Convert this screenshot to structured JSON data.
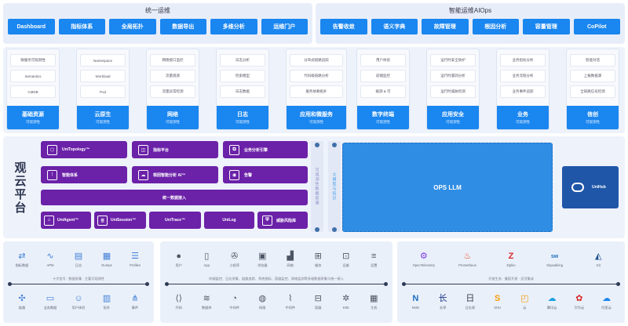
{
  "header": {
    "left_title": "统一运维",
    "left_buttons": [
      "Dashboard",
      "指标体系",
      "全局拓扑",
      "数据导出",
      "多维分析",
      "运维门户"
    ],
    "right_title": "智能运维AIOps",
    "right_buttons": [
      "告警收敛",
      "语义字典",
      "故障管理",
      "根因分析",
      "容量管理",
      "CoPilot"
    ]
  },
  "modules": [
    {
      "items": [
        "微服务可观测性",
        "Semantics",
        "CMDB"
      ],
      "name": "基础资源",
      "sub": "可观测性"
    },
    {
      "items": [
        "Namespace",
        "Workload",
        "Pod"
      ],
      "name": "云原生",
      "sub": "可观测性"
    },
    {
      "items": [
        "网络接口监控",
        "流量观测",
        "流量异常检测"
      ],
      "name": "网络",
      "sub": "可观测性"
    },
    {
      "items": [
        "日志分析",
        "检索模型",
        "日志数据"
      ],
      "name": "日志",
      "sub": "可观测性"
    },
    {
      "items": [
        "分布式链路追踪",
        "代码级链路分析",
        "服务依赖拓扑"
      ],
      "name": "应用和微服务",
      "sub": "可观测性"
    },
    {
      "items": [
        "用户体验",
        "前端监控",
        "拨测 & 可"
      ],
      "name": "数字终端",
      "sub": "可观测性"
    },
    {
      "items": [
        "运行时安全防护",
        "运行时漏洞分析",
        "运行时威胁检测"
      ],
      "name": "应用安全",
      "sub": "可观测性"
    },
    {
      "items": [
        "业务指标分析",
        "业务流程分析",
        "业务事件追踪"
      ],
      "name": "业务",
      "sub": "可观测性"
    },
    {
      "items": [
        "智能对话",
        "上报数据源",
        "全链路信号检测"
      ],
      "name": "信创",
      "sub": "可观测性"
    }
  ],
  "platform": {
    "title": "观云平台",
    "buttons": [
      {
        "label": "UniTopology™",
        "icon": "⬡"
      },
      {
        "label": "指标平台",
        "icon": "◫"
      },
      {
        "label": "业务分析引擎",
        "icon": "⧉"
      },
      {
        "label": "智能体系",
        "icon": "⫶"
      },
      {
        "label": "根因智能分析 AI™",
        "icon": "☁"
      },
      {
        "label": "告警",
        "icon": "◉"
      },
      {
        "label": "统一数据接入",
        "icon": ""
      },
      {
        "label": "UniAgent™",
        "icon": "⌂"
      },
      {
        "label": "UniSession™",
        "icon": "≣"
      },
      {
        "label": "UniTrace™",
        "icon": ""
      },
      {
        "label": "UniLog",
        "icon": ""
      },
      {
        "label": "威胁风险库",
        "icon": "⛨"
      }
    ],
    "strip_purple": "可观测性数据管理",
    "strip_blue": "大模型与知识",
    "llm": "OPS LLM",
    "unihub": "UniHub"
  },
  "bottom": {
    "left": {
      "row1": [
        {
          "icon": "⇄",
          "label": "指标数据"
        },
        {
          "icon": "∿",
          "label": "APM"
        },
        {
          "icon": "▤",
          "label": "日志"
        },
        {
          "icon": "▦",
          "label": "Dumps"
        },
        {
          "icon": "☰",
          "label": "Profiles"
        }
      ],
      "caption": "十大信号 · 数据采集 · 主要可观测性",
      "row2": [
        {
          "icon": "✣",
          "label": "链路"
        },
        {
          "icon": "▭",
          "label": "业务数据"
        },
        {
          "icon": "☺",
          "label": "用户体验"
        },
        {
          "icon": "▥",
          "label": "拓扑"
        },
        {
          "icon": "⋔",
          "label": "事件"
        }
      ]
    },
    "middle": {
      "row1": [
        {
          "icon": "●",
          "label": "用户"
        },
        {
          "icon": "▯",
          "label": "App"
        },
        {
          "icon": "✇",
          "label": "小程序"
        },
        {
          "icon": "▣",
          "label": "浏览器"
        },
        {
          "icon": "▟",
          "label": "网络"
        },
        {
          "icon": "⊞",
          "label": "服务"
        },
        {
          "icon": "⊡",
          "label": "运维"
        },
        {
          "icon": "≡",
          "label": "设置"
        }
      ],
      "caption": "终端监控、日志采集、链路追踪、系统指标、容器监控、网络监测等多维数据采集与统一接入",
      "row2": [
        {
          "icon": "⟨⟩",
          "label": "代码"
        },
        {
          "icon": "≋",
          "label": "数据库"
        },
        {
          "icon": "◔",
          "label": "中间件"
        },
        {
          "icon": "◍",
          "label": "网络"
        },
        {
          "icon": "⌇",
          "label": "中间件"
        },
        {
          "icon": "⊟",
          "label": "容器"
        },
        {
          "icon": "✲",
          "label": "K8S"
        },
        {
          "icon": "▦",
          "label": "主机"
        }
      ]
    },
    "right": {
      "row1": [
        {
          "icon": "⚙",
          "label": "OpenTelemetry"
        },
        {
          "icon": "♨",
          "label": "Prometheus"
        },
        {
          "icon": "Z",
          "label": "Zipkin"
        },
        {
          "icon": "sw",
          "label": "Skywalking"
        },
        {
          "icon": "◭",
          "label": "Git"
        }
      ],
      "caption": "开放生态 · 兼容开源 · 灵活集成",
      "row2": [
        {
          "icon": "N",
          "label": "Netis"
        },
        {
          "icon": "长",
          "label": "长亭"
        },
        {
          "icon": "日",
          "label": "日志易"
        },
        {
          "icon": "S",
          "label": "SHU"
        },
        {
          "icon": "◰",
          "label": "云"
        },
        {
          "icon": "☁",
          "label": "腾讯云"
        },
        {
          "icon": "✿",
          "label": "华为云"
        },
        {
          "icon": "☁",
          "label": "阿里云"
        }
      ]
    }
  }
}
